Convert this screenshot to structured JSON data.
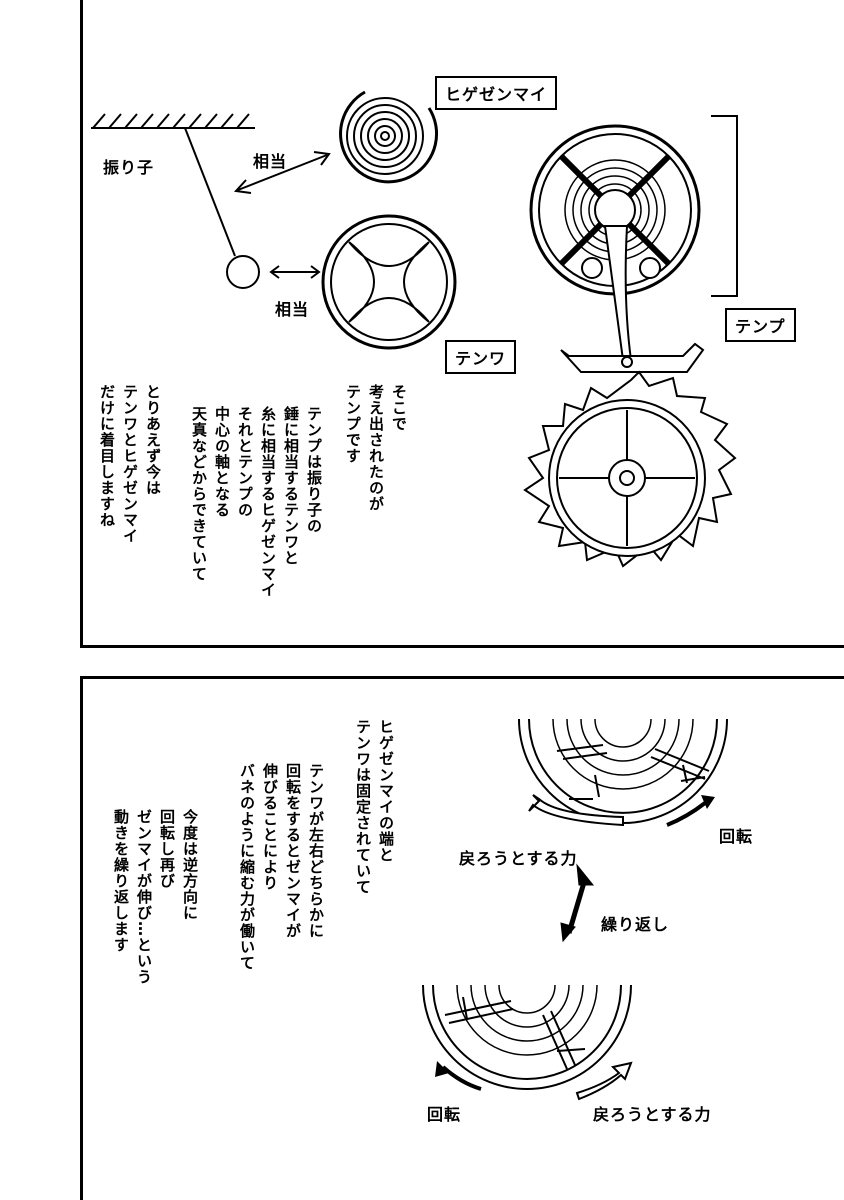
{
  "top": {
    "labels": {
      "pendulum": "振り子",
      "equiv1": "相当",
      "equiv2": "相当",
      "hairspring": "ヒゲゼンマイ",
      "balance_wheel": "テンワ",
      "balance": "テンプ"
    },
    "narration": {
      "col1": "そこで\n考え出されたのが\nテンプです",
      "col2": "テンプは振り子の\n錘に相当するテンワと\n糸に相当するヒゲゼンマイ\nそれとテンプの\n中心の軸となる\n天真などからできていて",
      "col3": "とりあえず今は\nテンワとヒゲゼンマイ\nだけに着目しますね"
    }
  },
  "bottom": {
    "labels": {
      "rotate_top": "回転",
      "return_top": "戻ろうとする力",
      "repeat": "繰り返し",
      "rotate_bottom": "回転",
      "return_bottom": "戻ろうとする力"
    },
    "narration": {
      "col1": "ヒゲゼンマイの端と\nテンワは固定されていて",
      "col2": "テンワが左右どちらかに\n回転をするとゼンマイが\n伸びることにより\nバネのように縮む力が働いて",
      "col3": "今度は逆方向に\n回転し再び\nゼンマイが伸び…という\n動きを繰り返します"
    }
  }
}
